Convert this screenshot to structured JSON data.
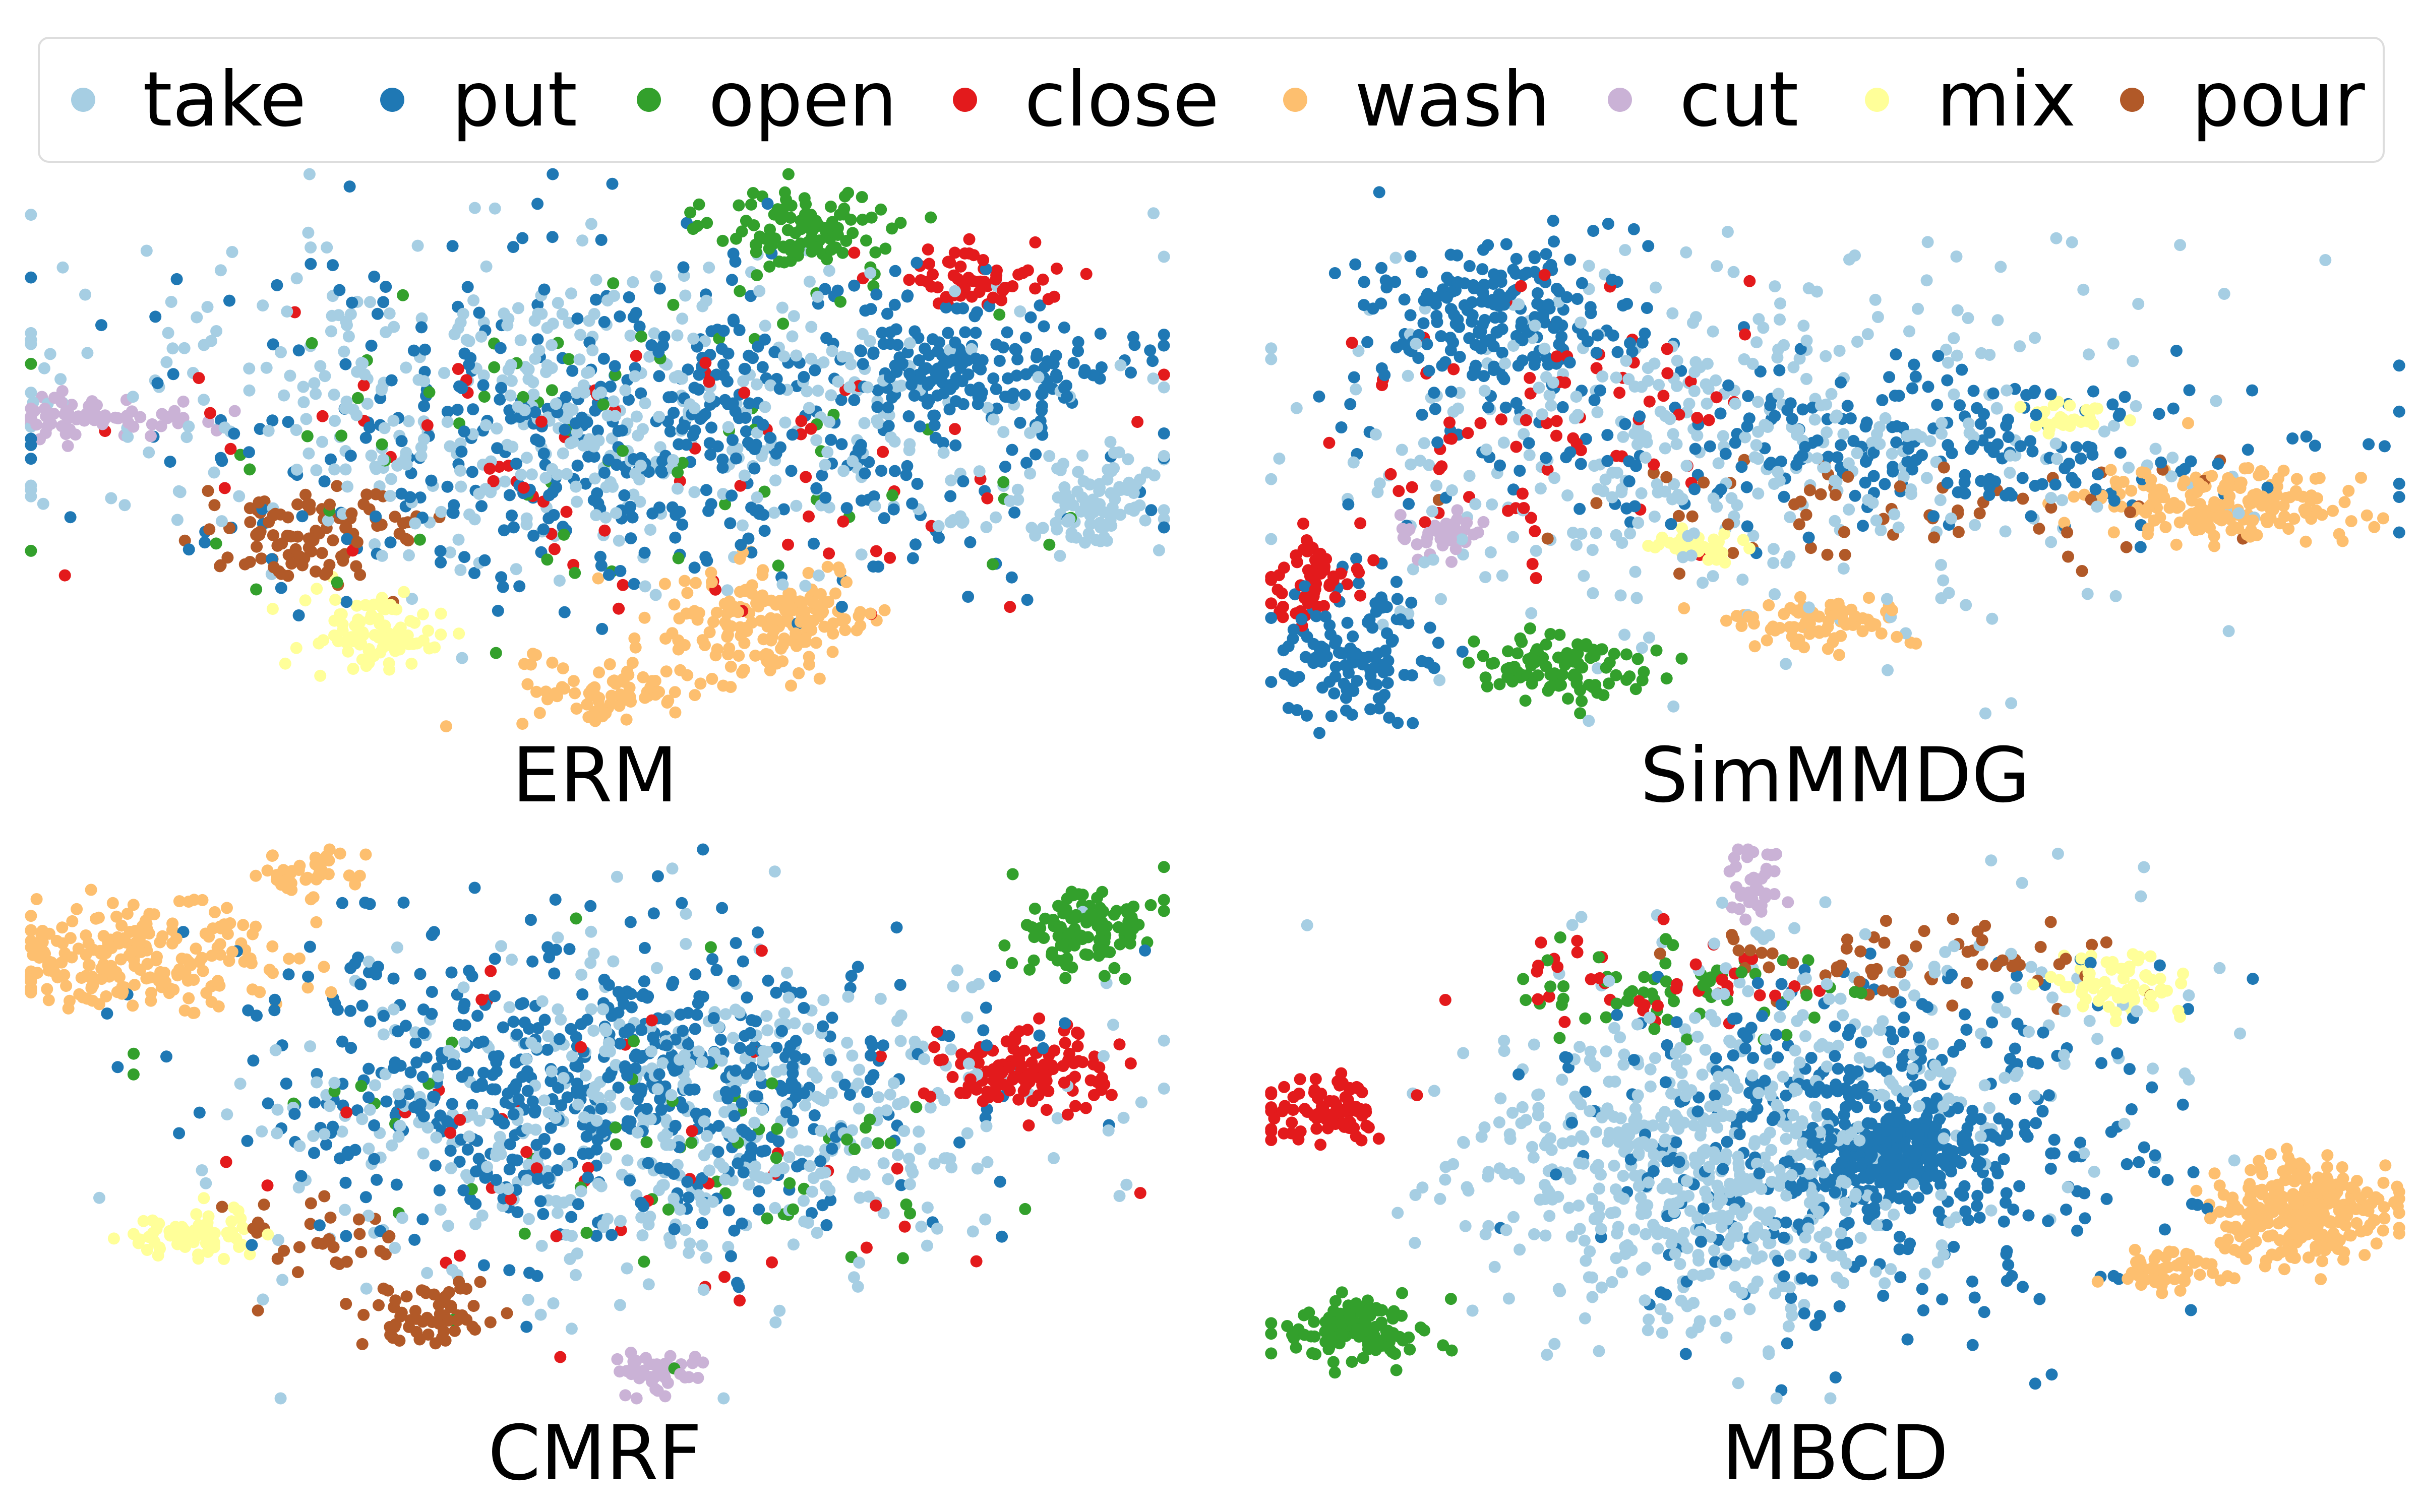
{
  "legend": {
    "items": [
      {
        "label": "take",
        "color": "#a6cee3"
      },
      {
        "label": "put",
        "color": "#1f78b4"
      },
      {
        "label": "open",
        "color": "#33a02c"
      },
      {
        "label": "close",
        "color": "#e31a1c"
      },
      {
        "label": "wash",
        "color": "#fdbf6f"
      },
      {
        "label": "cut",
        "color": "#cab2d6"
      },
      {
        "label": "mix",
        "color": "#ffff99"
      },
      {
        "label": "pour",
        "color": "#b15928"
      }
    ]
  },
  "chart_data": [
    {
      "type": "scatter",
      "title": "ERM",
      "axes_visible": false,
      "grid": false,
      "legend_placement": "top (shared)",
      "clusters": [
        {
          "series": "take",
          "cx": 0.48,
          "cy": 0.42,
          "sx": 0.3,
          "sy": 0.18,
          "n": 520
        },
        {
          "series": "take",
          "cx": 0.93,
          "cy": 0.58,
          "sx": 0.04,
          "sy": 0.06,
          "n": 90
        },
        {
          "series": "put",
          "cx": 0.55,
          "cy": 0.45,
          "sx": 0.26,
          "sy": 0.2,
          "n": 520
        },
        {
          "series": "put",
          "cx": 0.82,
          "cy": 0.35,
          "sx": 0.08,
          "sy": 0.06,
          "n": 140
        },
        {
          "series": "open",
          "cx": 0.68,
          "cy": 0.1,
          "sx": 0.05,
          "sy": 0.06,
          "n": 110
        },
        {
          "series": "open",
          "cx": 0.5,
          "cy": 0.5,
          "sx": 0.25,
          "sy": 0.18,
          "n": 70
        },
        {
          "series": "close",
          "cx": 0.82,
          "cy": 0.19,
          "sx": 0.05,
          "sy": 0.04,
          "n": 60
        },
        {
          "series": "close",
          "cx": 0.5,
          "cy": 0.5,
          "sx": 0.24,
          "sy": 0.18,
          "n": 70
        },
        {
          "series": "wash",
          "cx": 0.65,
          "cy": 0.8,
          "sx": 0.06,
          "sy": 0.07,
          "n": 170
        },
        {
          "series": "wash",
          "cx": 0.52,
          "cy": 0.92,
          "sx": 0.06,
          "sy": 0.04,
          "n": 80
        },
        {
          "series": "cut",
          "cx": 0.06,
          "cy": 0.44,
          "sx": 0.06,
          "sy": 0.025,
          "n": 70
        },
        {
          "series": "mix",
          "cx": 0.3,
          "cy": 0.82,
          "sx": 0.04,
          "sy": 0.045,
          "n": 90
        },
        {
          "series": "pour",
          "cx": 0.25,
          "cy": 0.64,
          "sx": 0.06,
          "sy": 0.06,
          "n": 100
        }
      ]
    },
    {
      "type": "scatter",
      "title": "SimMMDG",
      "axes_visible": false,
      "grid": false,
      "legend_placement": "top (shared)",
      "clusters": [
        {
          "series": "take",
          "cx": 0.42,
          "cy": 0.5,
          "sx": 0.25,
          "sy": 0.22,
          "n": 420
        },
        {
          "series": "put",
          "cx": 0.2,
          "cy": 0.25,
          "sx": 0.07,
          "sy": 0.1,
          "n": 220
        },
        {
          "series": "put",
          "cx": 0.55,
          "cy": 0.48,
          "sx": 0.25,
          "sy": 0.1,
          "n": 260
        },
        {
          "series": "put",
          "cx": 0.08,
          "cy": 0.85,
          "sx": 0.05,
          "sy": 0.09,
          "n": 120
        },
        {
          "series": "open",
          "cx": 0.26,
          "cy": 0.88,
          "sx": 0.05,
          "sy": 0.04,
          "n": 100
        },
        {
          "series": "close",
          "cx": 0.04,
          "cy": 0.72,
          "sx": 0.025,
          "sy": 0.05,
          "n": 60
        },
        {
          "series": "close",
          "cx": 0.25,
          "cy": 0.45,
          "sx": 0.12,
          "sy": 0.18,
          "n": 80
        },
        {
          "series": "wash",
          "cx": 0.84,
          "cy": 0.59,
          "sx": 0.07,
          "sy": 0.04,
          "n": 180
        },
        {
          "series": "wash",
          "cx": 0.48,
          "cy": 0.8,
          "sx": 0.05,
          "sy": 0.03,
          "n": 80
        },
        {
          "series": "cut",
          "cx": 0.16,
          "cy": 0.64,
          "sx": 0.025,
          "sy": 0.03,
          "n": 40
        },
        {
          "series": "mix",
          "cx": 0.7,
          "cy": 0.44,
          "sx": 0.025,
          "sy": 0.02,
          "n": 30
        },
        {
          "series": "mix",
          "cx": 0.38,
          "cy": 0.66,
          "sx": 0.03,
          "sy": 0.02,
          "n": 40
        },
        {
          "series": "pour",
          "cx": 0.55,
          "cy": 0.6,
          "sx": 0.2,
          "sy": 0.06,
          "n": 60
        }
      ]
    },
    {
      "type": "scatter",
      "title": "CMRF",
      "axes_visible": false,
      "grid": false,
      "legend_placement": "top (shared)",
      "clusters": [
        {
          "series": "take",
          "cx": 0.55,
          "cy": 0.5,
          "sx": 0.22,
          "sy": 0.2,
          "n": 520
        },
        {
          "series": "put",
          "cx": 0.5,
          "cy": 0.42,
          "sx": 0.2,
          "sy": 0.18,
          "n": 600
        },
        {
          "series": "open",
          "cx": 0.93,
          "cy": 0.15,
          "sx": 0.04,
          "sy": 0.05,
          "n": 110
        },
        {
          "series": "open",
          "cx": 0.55,
          "cy": 0.55,
          "sx": 0.22,
          "sy": 0.2,
          "n": 60
        },
        {
          "series": "close",
          "cx": 0.87,
          "cy": 0.4,
          "sx": 0.05,
          "sy": 0.05,
          "n": 120
        },
        {
          "series": "close",
          "cx": 0.55,
          "cy": 0.55,
          "sx": 0.22,
          "sy": 0.2,
          "n": 50
        },
        {
          "series": "wash",
          "cx": 0.1,
          "cy": 0.2,
          "sx": 0.09,
          "sy": 0.06,
          "n": 220
        },
        {
          "series": "wash",
          "cx": 0.25,
          "cy": 0.05,
          "sx": 0.03,
          "sy": 0.03,
          "n": 40
        },
        {
          "series": "cut",
          "cx": 0.55,
          "cy": 0.95,
          "sx": 0.025,
          "sy": 0.03,
          "n": 40
        },
        {
          "series": "mix",
          "cx": 0.15,
          "cy": 0.7,
          "sx": 0.04,
          "sy": 0.03,
          "n": 70
        },
        {
          "series": "pour",
          "cx": 0.35,
          "cy": 0.85,
          "sx": 0.04,
          "sy": 0.04,
          "n": 60
        },
        {
          "series": "pour",
          "cx": 0.25,
          "cy": 0.7,
          "sx": 0.05,
          "sy": 0.06,
          "n": 30
        }
      ]
    },
    {
      "type": "scatter",
      "title": "MBCD",
      "axes_visible": false,
      "grid": false,
      "legend_placement": "top (shared)",
      "clusters": [
        {
          "series": "take",
          "cx": 0.37,
          "cy": 0.6,
          "sx": 0.12,
          "sy": 0.18,
          "n": 500
        },
        {
          "series": "take",
          "cx": 0.5,
          "cy": 0.4,
          "sx": 0.2,
          "sy": 0.2,
          "n": 200
        },
        {
          "series": "put",
          "cx": 0.54,
          "cy": 0.55,
          "sx": 0.16,
          "sy": 0.2,
          "n": 450
        },
        {
          "series": "put",
          "cx": 0.55,
          "cy": 0.55,
          "sx": 0.04,
          "sy": 0.05,
          "n": 220
        },
        {
          "series": "open",
          "cx": 0.08,
          "cy": 0.87,
          "sx": 0.04,
          "sy": 0.04,
          "n": 110
        },
        {
          "series": "open",
          "cx": 0.35,
          "cy": 0.26,
          "sx": 0.1,
          "sy": 0.06,
          "n": 60
        },
        {
          "series": "close",
          "cx": 0.06,
          "cy": 0.47,
          "sx": 0.04,
          "sy": 0.04,
          "n": 90
        },
        {
          "series": "close",
          "cx": 0.35,
          "cy": 0.24,
          "sx": 0.1,
          "sy": 0.06,
          "n": 40
        },
        {
          "series": "wash",
          "cx": 0.91,
          "cy": 0.66,
          "sx": 0.05,
          "sy": 0.06,
          "n": 300
        },
        {
          "series": "wash",
          "cx": 0.79,
          "cy": 0.76,
          "sx": 0.03,
          "sy": 0.03,
          "n": 50
        },
        {
          "series": "cut",
          "cx": 0.43,
          "cy": 0.06,
          "sx": 0.015,
          "sy": 0.04,
          "n": 40
        },
        {
          "series": "mix",
          "cx": 0.75,
          "cy": 0.25,
          "sx": 0.035,
          "sy": 0.035,
          "n": 70
        },
        {
          "series": "pour",
          "cx": 0.57,
          "cy": 0.21,
          "sx": 0.12,
          "sy": 0.05,
          "n": 60
        }
      ]
    }
  ]
}
